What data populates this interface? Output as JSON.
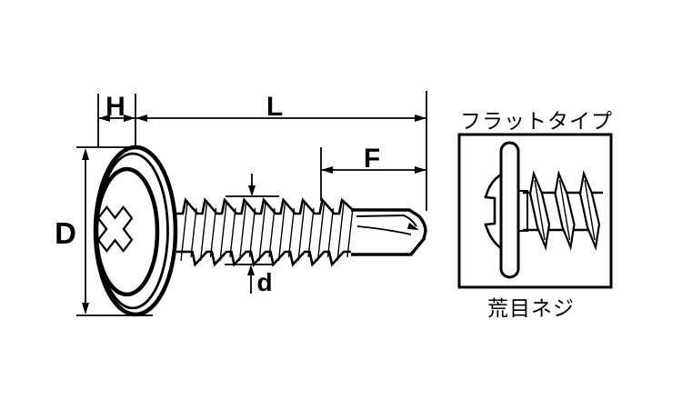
{
  "diagram": {
    "title_hint": "wafer head self-drilling screw technical drawing",
    "colors": {
      "line": "#000000",
      "background": "#ffffff"
    },
    "dimensions": {
      "head_height_label": "H",
      "overall_length_label": "L",
      "drill_point_label": "F",
      "head_diameter_label": "D",
      "thread_diameter_label": "d"
    },
    "panel": {
      "title": "フラットタイプ",
      "caption": "荒目ネジ"
    }
  }
}
